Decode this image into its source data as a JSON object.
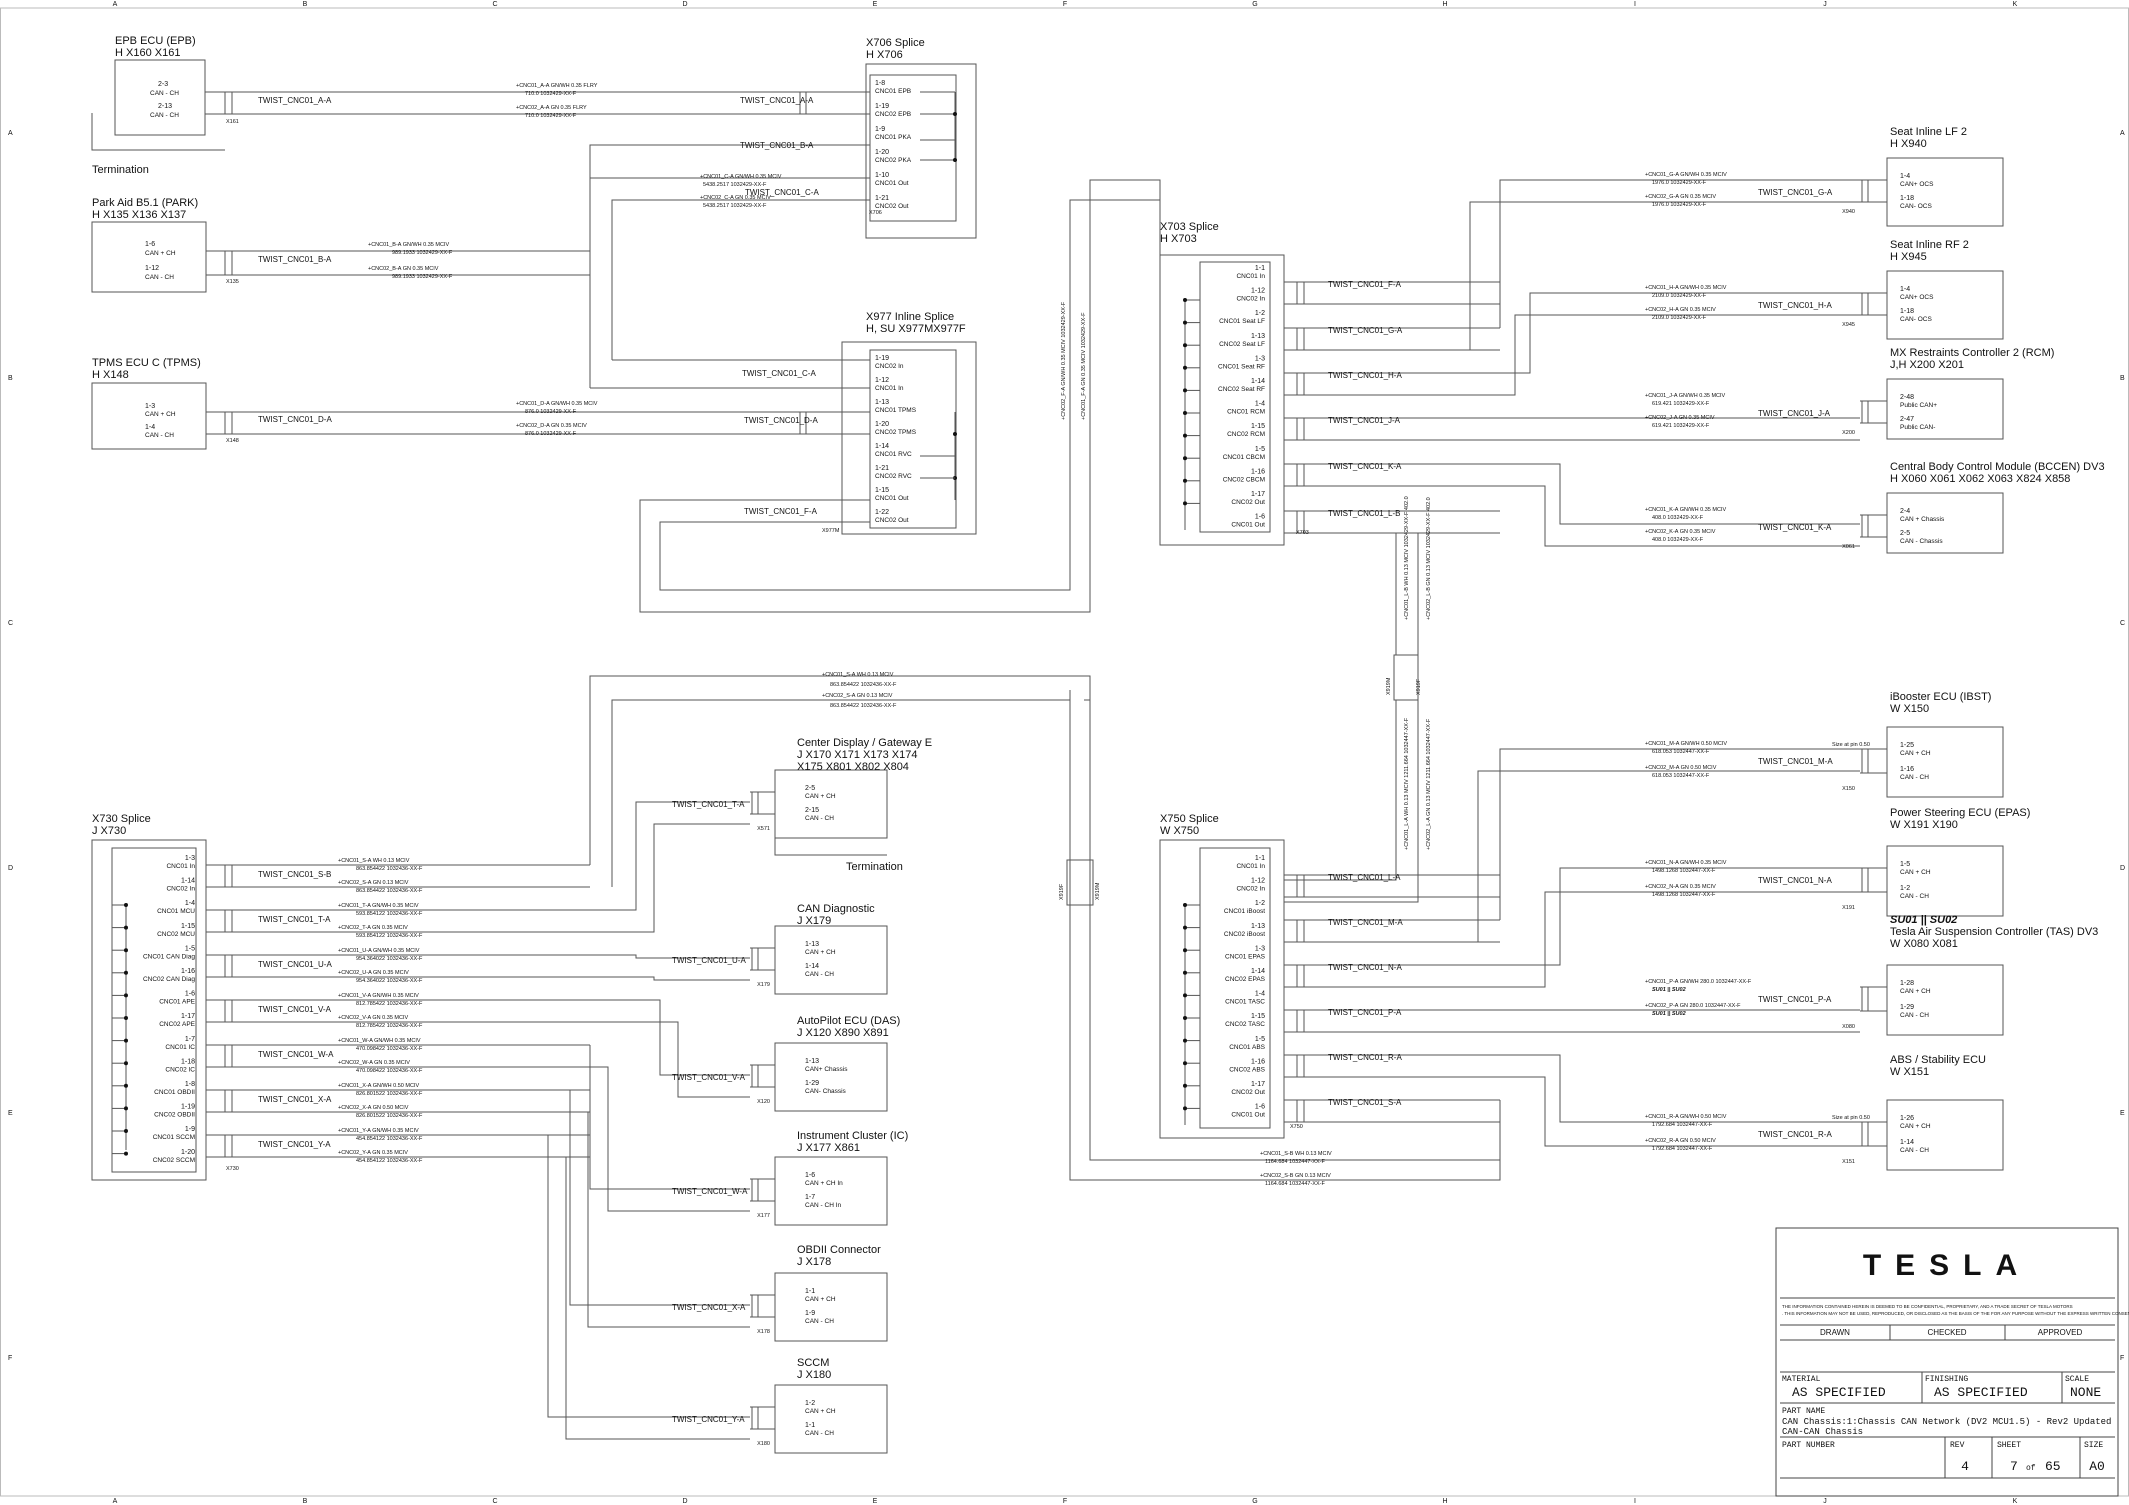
{
  "sheet": {
    "columns": [
      "A",
      "B",
      "C",
      "D",
      "E",
      "F",
      "G",
      "H",
      "I",
      "J",
      "K"
    ],
    "rows": [
      "A",
      "B",
      "C",
      "D",
      "E",
      "F"
    ]
  },
  "left": {
    "epb": {
      "title": "EPB ECU (EPB)",
      "sub": "H      X160   X161",
      "pins": [
        "2-3",
        "CAN - CH",
        "2-13",
        "CAN - CH"
      ],
      "conn": "X161",
      "twist": "TWIST_CNC01_A-A",
      "termination": "Termination"
    },
    "park": {
      "title": "Park Aid B5.1 (PARK)",
      "sub": "H      X135   X136   X137",
      "pins": [
        "1-6",
        "CAN + CH",
        "1-12",
        "CAN - CH"
      ],
      "conn": "X135",
      "twist": "TWIST_CNC01_B-A"
    },
    "tpms": {
      "title": "TPMS ECU C (TPMS)",
      "sub": "H           X148",
      "pins": [
        "1-3",
        "CAN + CH",
        "1-4",
        "CAN - CH"
      ],
      "conn": "X148",
      "twist": "TWIST_CNC01_D-A"
    }
  },
  "wires_top": {
    "a1": "+CNC01_A-A   GN/WH    0.35    FLRY",
    "a1s": "710.0     1032429-XX-F",
    "a2": "+CNC02_A-A   GN    0.35    FLRY",
    "a2s": "710.0     1032429-XX-F",
    "b1": "+CNC01_B-A   GN/WH    0.35    MCIV",
    "b1s": "989.1933     1032429-XX-F",
    "b2": "+CNC02_B-A   GN    0.35    MCIV",
    "b2s": "989.1933     1032429-XX-F",
    "c1": "+CNC01_C-A   GN/WH    0.35    MCIV",
    "c1s": "5438.2517     1032429-XX-F",
    "c2": "+CNC02_C-A   GN    0.35    MCIV",
    "c2s": "5438.2517     1032429-XX-F",
    "d1": "+CNC01_D-A   GN/WH    0.35    MCIV",
    "d1s": "876.0     1032429-XX-F",
    "d2": "+CNC02_D-A   GN    0.35    MCIV",
    "d2s": "876.0     1032429-XX-F"
  },
  "x706": {
    "title": "X706 Splice",
    "sub": "H              X706",
    "pins": [
      "1-8",
      "CNC01 EPB",
      "1-19",
      "CNC02 EPB",
      "1-9",
      "CNC01 PKA",
      "1-20",
      "CNC02 PKA",
      "1-10",
      "CNC01 Out",
      "1-21",
      "CNC02 Out"
    ],
    "tw_a": "TWIST_CNC01_A-A",
    "tw_b": "TWIST_CNC01_B-A",
    "tw_c": "TWIST_CNC01_C-A",
    "conn": "X706"
  },
  "x977": {
    "title": "X977 Inline Splice",
    "sub": "H, SU      X977MX977F",
    "pins": [
      "1-19",
      "CNC02 In",
      "1-12",
      "CNC01 In",
      "1-13",
      "CNC01 TPMS",
      "1-20",
      "CNC02 TPMS",
      "1-14",
      "CNC01 RVC",
      "1-21",
      "CNC02 RVC",
      "1-15",
      "CNC01 Out",
      "1-22",
      "CNC02 Out"
    ],
    "tw_c": "TWIST_CNC01_C-A",
    "tw_d": "TWIST_CNC01_D-A",
    "tw_f": "TWIST_CNC01_F-A",
    "conn": "X977M"
  },
  "x703": {
    "title": "X703 Splice",
    "sub": "H              X703",
    "pins": [
      "1-1",
      "CNC01 In",
      "1-12",
      "CNC02 In",
      "1-2",
      "CNC01 Seat LF",
      "1-13",
      "CNC02 Seat LF",
      "1-3",
      "CNC01 Seat RF",
      "1-14",
      "CNC02 Seat RF",
      "1-4",
      "CNC01 RCM",
      "1-15",
      "CNC02 RCM",
      "1-5",
      "CNC01 CBCM",
      "1-16",
      "CNC02 CBCM",
      "1-17",
      "CNC02 Out",
      "1-6",
      "CNC01 Out"
    ],
    "twists": [
      "TWIST_CNC01_F-A",
      "TWIST_CNC01_G-A",
      "TWIST_CNC01_H-A",
      "TWIST_CNC01_J-A",
      "TWIST_CNC01_K-A",
      "TWIST_CNC01_L-B"
    ],
    "conn": "X703"
  },
  "right_top": [
    {
      "title": "Seat Inline LF 2",
      "sub": "H              X940",
      "pins": [
        "1-4",
        "CAN+ OCS",
        "1-18",
        "CAN- OCS"
      ],
      "twist": "TWIST_CNC01_G-A",
      "w1": "+CNC01_G-A   GN/WH    0.35    MCIV",
      "w1s": "1976.0     1032429-XX-F",
      "w2": "+CNC02_G-A   GN    0.35    MCIV",
      "w2s": "1976.0     1032429-XX-F",
      "conn": "X940"
    },
    {
      "title": "Seat Inline RF 2",
      "sub": "H              X945",
      "pins": [
        "1-4",
        "CAN+ OCS",
        "1-18",
        "CAN- OCS"
      ],
      "twist": "TWIST_CNC01_H-A",
      "w1": "+CNC01_H-A   GN/WH    0.35    MCIV",
      "w1s": "2109.0     1032429-XX-F",
      "w2": "+CNC02_H-A   GN    0.35    MCIV",
      "w2s": "2109.0     1032429-XX-F",
      "conn": "X945"
    },
    {
      "title": "MX Restraints Controller 2 (RCM)",
      "sub": "J,H          X200    X201",
      "pins": [
        "2-48",
        "Public CAN+",
        "2-47",
        "Public CAN-"
      ],
      "twist": "TWIST_CNC01_J-A",
      "w1": "+CNC01_J-A   GN/WH    0.35    MCIV",
      "w1s": "619.421     1032429-XX-F",
      "w2": "+CNC02_J-A   GN    0.35    MCIV",
      "w2s": "619.421     1032429-XX-F",
      "conn": "X200"
    },
    {
      "title": "Central Body Control Module (BCCEN) DV3",
      "sub": "H   X060   X061   X062   X063   X824   X858",
      "pins": [
        "2-4",
        "CAN + Chassis",
        "2-5",
        "CAN - Chassis"
      ],
      "twist": "TWIST_CNC01_K-A",
      "w1": "+CNC01_K-A   GN/WH    0.35    MCIV",
      "w1s": "408.0     1032429-XX-F",
      "w2": "+CNC02_K-A   GN    0.35    MCIV",
      "w2s": "408.0     1032429-XX-F",
      "conn": "X061"
    }
  ],
  "x703_feed": [
    "+CNC02_F-A   GN/WH   0.35   MCIV   1032429-XX-F",
    "+CNC01_F-A   GN   0.35   MCIV   1032429-XX-F"
  ],
  "vert_mid": [
    "+CNC01_L-B   WH   0.13   MCIV   1032429-XX-F   402.0",
    "+CNC02_L-B   GN   0.13   MCIV   1032429-XX-F   402.0"
  ],
  "x730": {
    "title": "X730 Splice",
    "sub": "J              X730",
    "pins": [
      "1-3",
      "CNC01 In",
      "1-14",
      "CNC02 In",
      "1-4",
      "CNC01 MCU",
      "1-15",
      "CNC02 MCU",
      "1-5",
      "CNC01 CAN Diag",
      "1-16",
      "CNC02 CAN Diag",
      "1-6",
      "CNC01 APE",
      "1-17",
      "CNC02 APE",
      "1-7",
      "CNC01 IC",
      "1-18",
      "CNC02 IC",
      "1-8",
      "CNC01 OBDII",
      "1-19",
      "CNC02 OBDII",
      "1-9",
      "CNC01 SCCM",
      "1-20",
      "CNC02 SCCM"
    ],
    "twists": [
      "TWIST_CNC01_S-B",
      "TWIST_CNC01_T-A",
      "TWIST_CNC01_U-A",
      "TWIST_CNC01_V-A",
      "TWIST_CNC01_W-A",
      "TWIST_CNC01_X-A",
      "TWIST_CNC01_Y-A"
    ],
    "conn": "X730"
  },
  "x730_wires": [
    [
      "+CNC01_S-A   WH    0.13    MCIV",
      "863.854422    1032436-XX-F",
      "+CNC02_S-A   GN    0.13    MCIV",
      "863.854422    1032436-XX-F"
    ],
    [
      "+CNC01_T-A   GN/WH    0.35    MCIV",
      "593.854122    1032436-XX-F",
      "+CNC02_T-A   GN    0.35    MCIV",
      "593.854122    1032436-XX-F"
    ],
    [
      "+CNC01_U-A   GN/WH    0.35    MCIV",
      "954.364022    1032436-XX-F",
      "+CNC02_U-A   GN    0.35    MCIV",
      "954.364022    1032436-XX-F"
    ],
    [
      "+CNC01_V-A   GN/WH    0.35    MCIV",
      "812.785422    1032436-XX-F",
      "+CNC02_V-A   GN    0.35    MCIV",
      "812.785422    1032436-XX-F"
    ],
    [
      "+CNC01_W-A   GN/WH    0.35    MCIV",
      "470.098422    1032436-XX-F",
      "+CNC02_W-A   GN    0.35    MCIV",
      "470.098422    1032436-XX-F"
    ],
    [
      "+CNC01_X-A   GN/WH    0.50    MCIV",
      "826.801522    1032436-XX-F",
      "+CNC02_X-A   GN    0.50    MCIV",
      "826.801522    1032436-XX-F"
    ],
    [
      "+CNC01_Y-A   GN/WH    0.35    MCIV",
      "454.854122    1032436-XX-F",
      "+CNC02_Y-A   GN    0.35    MCIV",
      "454.854122    1032436-XX-F"
    ]
  ],
  "x730_top_wires": [
    "+CNC01_S-A   WH    0.13    MCIV",
    "863.854422    1032436-XX-F",
    "+CNC02_S-A   GN    0.13    MCIV",
    "863.854422    1032436-XX-F"
  ],
  "middle": [
    {
      "title": "Center Display / Gateway E",
      "sub": "J          X170   X171   X173   X174",
      "sub2": "           X175   X801   X802   X804",
      "pins": [
        "2-5",
        "CAN + CH",
        "2-15",
        "CAN - CH"
      ],
      "twist": "TWIST_CNC01_T-A",
      "conn": "X571",
      "term": "Termination"
    },
    {
      "title": "CAN Diagnostic",
      "sub": "J              X179",
      "pins": [
        "1-13",
        "CAN + CH",
        "1-14",
        "CAN - CH"
      ],
      "twist": "TWIST_CNC01_U-A",
      "conn": "X179"
    },
    {
      "title": "AutoPilot ECU (DAS)",
      "sub": "J          X120   X890   X891",
      "pins": [
        "1-13",
        "CAN+ Chassis",
        "1-29",
        "CAN- Chassis"
      ],
      "twist": "TWIST_CNC01_V-A",
      "conn": "X120"
    },
    {
      "title": "Instrument Cluster (IC)",
      "sub": "J          X177   X861",
      "pins": [
        "1-6",
        "CAN + CH In",
        "1-7",
        "CAN - CH In"
      ],
      "twist": "TWIST_CNC01_W-A",
      "conn": "X177"
    },
    {
      "title": "OBDII Connector",
      "sub": "J              X178",
      "pins": [
        "1-1",
        "CAN + CH",
        "1-9",
        "CAN - CH"
      ],
      "twist": "TWIST_CNC01_X-A",
      "conn": "X178"
    },
    {
      "title": "SCCM",
      "sub": "J              X180",
      "pins": [
        "1-2",
        "CAN + CH",
        "1-1",
        "CAN - CH"
      ],
      "twist": "TWIST_CNC01_Y-A",
      "conn": "X180"
    }
  ],
  "x750": {
    "title": "X750 Splice",
    "sub": "W              X750",
    "pins": [
      "1-1",
      "CNC01 In",
      "1-12",
      "CNC02 In",
      "1-2",
      "CNC01 iBoost",
      "1-13",
      "CNC02 iBoost",
      "1-3",
      "CNC01 EPAS",
      "1-14",
      "CNC02 EPAS",
      "1-4",
      "CNC01 TASC",
      "1-15",
      "CNC02 TASC",
      "1-5",
      "CNC01 ABS",
      "1-16",
      "CNC02 ABS",
      "1-17",
      "CNC02 Out",
      "1-6",
      "CNC01 Out"
    ],
    "twists": [
      "TWIST_CNC01_L-A",
      "TWIST_CNC01_M-A",
      "TWIST_CNC01_N-A",
      "TWIST_CNC01_P-A",
      "TWIST_CNC01_R-A",
      "TWIST_CNC01_S-A"
    ],
    "conn": "X750",
    "bottom": [
      "+CNC01_S-B   WH    0.13    MCIV",
      "1164.684     1032447-XX-F",
      "+CNC02_S-B   GN    0.13    MCIV",
      "1164.684     1032447-XX-F"
    ]
  },
  "right_bottom": [
    {
      "title": "iBooster ECU (IBST)",
      "sub": "W              X150",
      "pins": [
        "1-25",
        "CAN + CH",
        "1-16",
        "CAN - CH"
      ],
      "twist": "TWIST_CNC01_M-A",
      "w1": "+CNC01_M-A   GN/WH    0.50    MCIV",
      "w1s": "618.053     1032447-XX-F",
      "w2": "+CNC02_M-A   GN    0.50    MCIV",
      "w2s": "618.053     1032447-XX-F",
      "conn": "X150",
      "size": "Size at pin 0.50"
    },
    {
      "title": "Power Steering ECU (EPAS)",
      "sub": "W          X191   X190",
      "pins": [
        "1-5",
        "CAN + CH",
        "1-2",
        "CAN - CH"
      ],
      "twist": "TWIST_CNC01_N-A",
      "w1": "+CNC01_N-A   GN/WH    0.35    MCIV",
      "w1s": "1498.1268     1032447-XX-F",
      "w2": "+CNC02_N-A   GN    0.35    MCIV",
      "w2s": "1498.1268     1032447-XX-F",
      "conn": "X191",
      "size": ""
    },
    {
      "title": "Tesla Air Suspension Controller (TAS) DV3",
      "sub": "W          X080   X081",
      "pre": "SU01 || SU02",
      "pins": [
        "1-28",
        "CAN + CH",
        "1-29",
        "CAN - CH"
      ],
      "twist": "TWIST_CNC01_P-A",
      "w1": "+CNC01_P-A   GN/WH   280.0   1032447-XX-F",
      "w1s": "SU01 || SU02",
      "w2": "+CNC02_P-A   GN    280.0   1032447-XX-F",
      "w2s": "SU01 || SU02",
      "conn": "X080",
      "size": ""
    },
    {
      "title": "ABS / Stability ECU",
      "sub": "W              X151",
      "pins": [
        "1-26",
        "CAN + CH",
        "1-14",
        "CAN - CH"
      ],
      "twist": "TWIST_CNC01_R-A",
      "w1": "+CNC01_R-A   GN/WH    0.50    MCIV",
      "w1s": "1792.684     1032447-XX-F",
      "w2": "+CNC02_R-A   GN    0.50    MCIV",
      "w2s": "1792.684     1032447-XX-F",
      "conn": "X151",
      "size": "Size at pin 0.50"
    }
  ],
  "x750_vert": [
    "+CNC01_L-A   WH   0.13   MCIV   1211.664   1032447-XX-F",
    "+CNC02_L-A   GN   0.13   MCIV   1211.664   1032447-XX-F"
  ],
  "inline_conns": [
    "X919F",
    "X919M",
    "X919M",
    "X919F"
  ],
  "titleblock": {
    "logo": "TESLA",
    "disclaimer": "THE INFORMATION CONTAINED HEREIN IS DEEMED TO BE CONFIDENTIAL, PROPRIETARY, AND A TRADE SECRET OF TESLA MOTORS. THIS INFORMATION MAY NOT BE USED, REPRODUCED, OR DISCLOSED AS THE BASIS OF THE FOR ANY PURPOSE WITHOUT THE EXPRESS WRITTEN CONSENT OF TESLA MOTORS.",
    "drawn": "DRAWN",
    "checked": "CHECKED",
    "approved": "APPROVED",
    "material_label": "MATERIAL",
    "material": "AS SPECIFIED",
    "finishing_label": "FINISHING",
    "finishing": "AS SPECIFIED",
    "scale_label": "SCALE",
    "scale": "NONE",
    "partname_label": "PART NAME",
    "partname": "CAN Chassis:1:Chassis CAN Network (DV2 MCU1.5) - Rev2 Updated",
    "partname2": "CAN-CAN Chassis",
    "partnumber_label": "PART NUMBER",
    "rev_label": "REV",
    "rev": "4",
    "sheet_label": "SHEET",
    "sheet": "7",
    "of": "of",
    "sheets": "65",
    "size_label": "SIZE",
    "size": "A0"
  }
}
